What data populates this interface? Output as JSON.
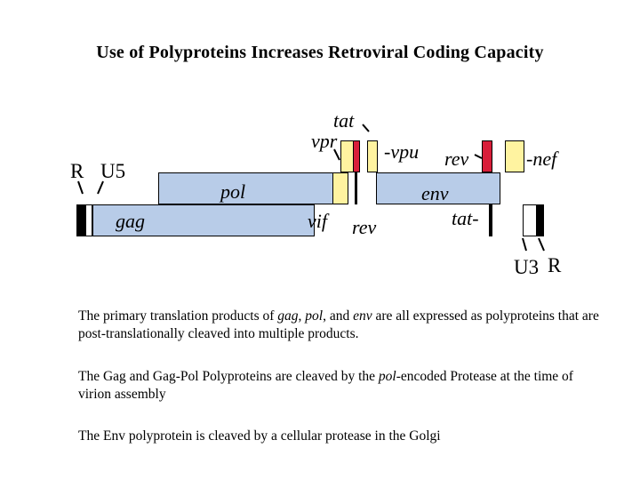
{
  "title": "Use of Polyproteins Increases Retroviral Coding Capacity",
  "labels": {
    "R_left": "R",
    "U5": "U5",
    "gag": "gag",
    "pol": "pol",
    "vpr": "vpr",
    "tat_top": "tat",
    "vpu": "-vpu",
    "rev_top": "rev",
    "nef": "-nef",
    "env": "env",
    "vif": "vif",
    "rev_bottom": "rev",
    "tat_bottom": "tat-",
    "U3": "U3",
    "R_right": "R"
  },
  "paragraphs": {
    "p1": {
      "a": "The primary translation products of ",
      "gag": "gag",
      "b": ", ",
      "pol": "pol",
      "c": ", and ",
      "env": "env",
      "d": " are all expressed as polyproteins that are post-translationally cleaved into multiple products."
    },
    "p2": {
      "a": "The Gag and Gag-Pol Polyproteins are cleaved by the ",
      "pol": "pol",
      "b": "-encoded Protease at the time of virion assembly"
    },
    "p3": "The Env polyprotein is cleaved by a cellular protease in the Golgi"
  },
  "colors": {
    "gene_blue": "#b8cce8",
    "accessory_yellow": "#fff3a0",
    "exon_red": "#d81e3a"
  }
}
